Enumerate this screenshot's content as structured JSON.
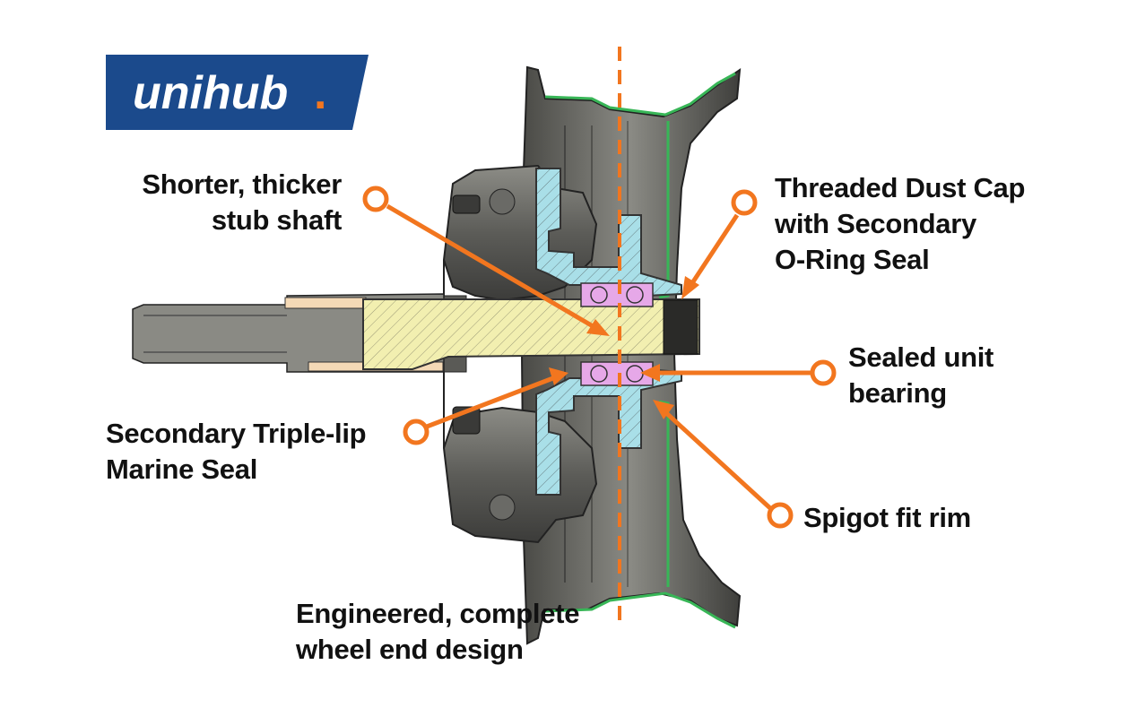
{
  "logo": {
    "text": "unihub",
    "dot": ".",
    "background_color": "#1b4a8c",
    "text_color": "#ffffff",
    "accent_color": "#f2761f"
  },
  "callouts": [
    {
      "id": "stub-shaft",
      "lines": [
        "Shorter, thicker",
        "stub shaft"
      ]
    },
    {
      "id": "dust-cap",
      "lines": [
        "Threaded Dust Cap",
        "with  Secondary",
        "O-Ring Seal"
      ]
    },
    {
      "id": "unit-bearing",
      "lines": [
        "Sealed unit",
        "bearing"
      ]
    },
    {
      "id": "marine-seal",
      "lines": [
        "Secondary Triple-lip",
        "Marine Seal"
      ]
    },
    {
      "id": "spigot-rim",
      "lines": [
        "Spigot fit rim"
      ]
    },
    {
      "id": "wheel-end",
      "lines": [
        "Engineered, complete",
        "wheel end design"
      ]
    }
  ],
  "colors": {
    "callout_orange": "#f2761f",
    "centerline_orange": "#f2761f",
    "shaft_yellow": "#f2efb0",
    "hub_blue": "#a9dfe8",
    "rim_green": "#38b657",
    "bearing_pink": "#e6a8e8",
    "machinery_grey": "#6b6b66"
  }
}
